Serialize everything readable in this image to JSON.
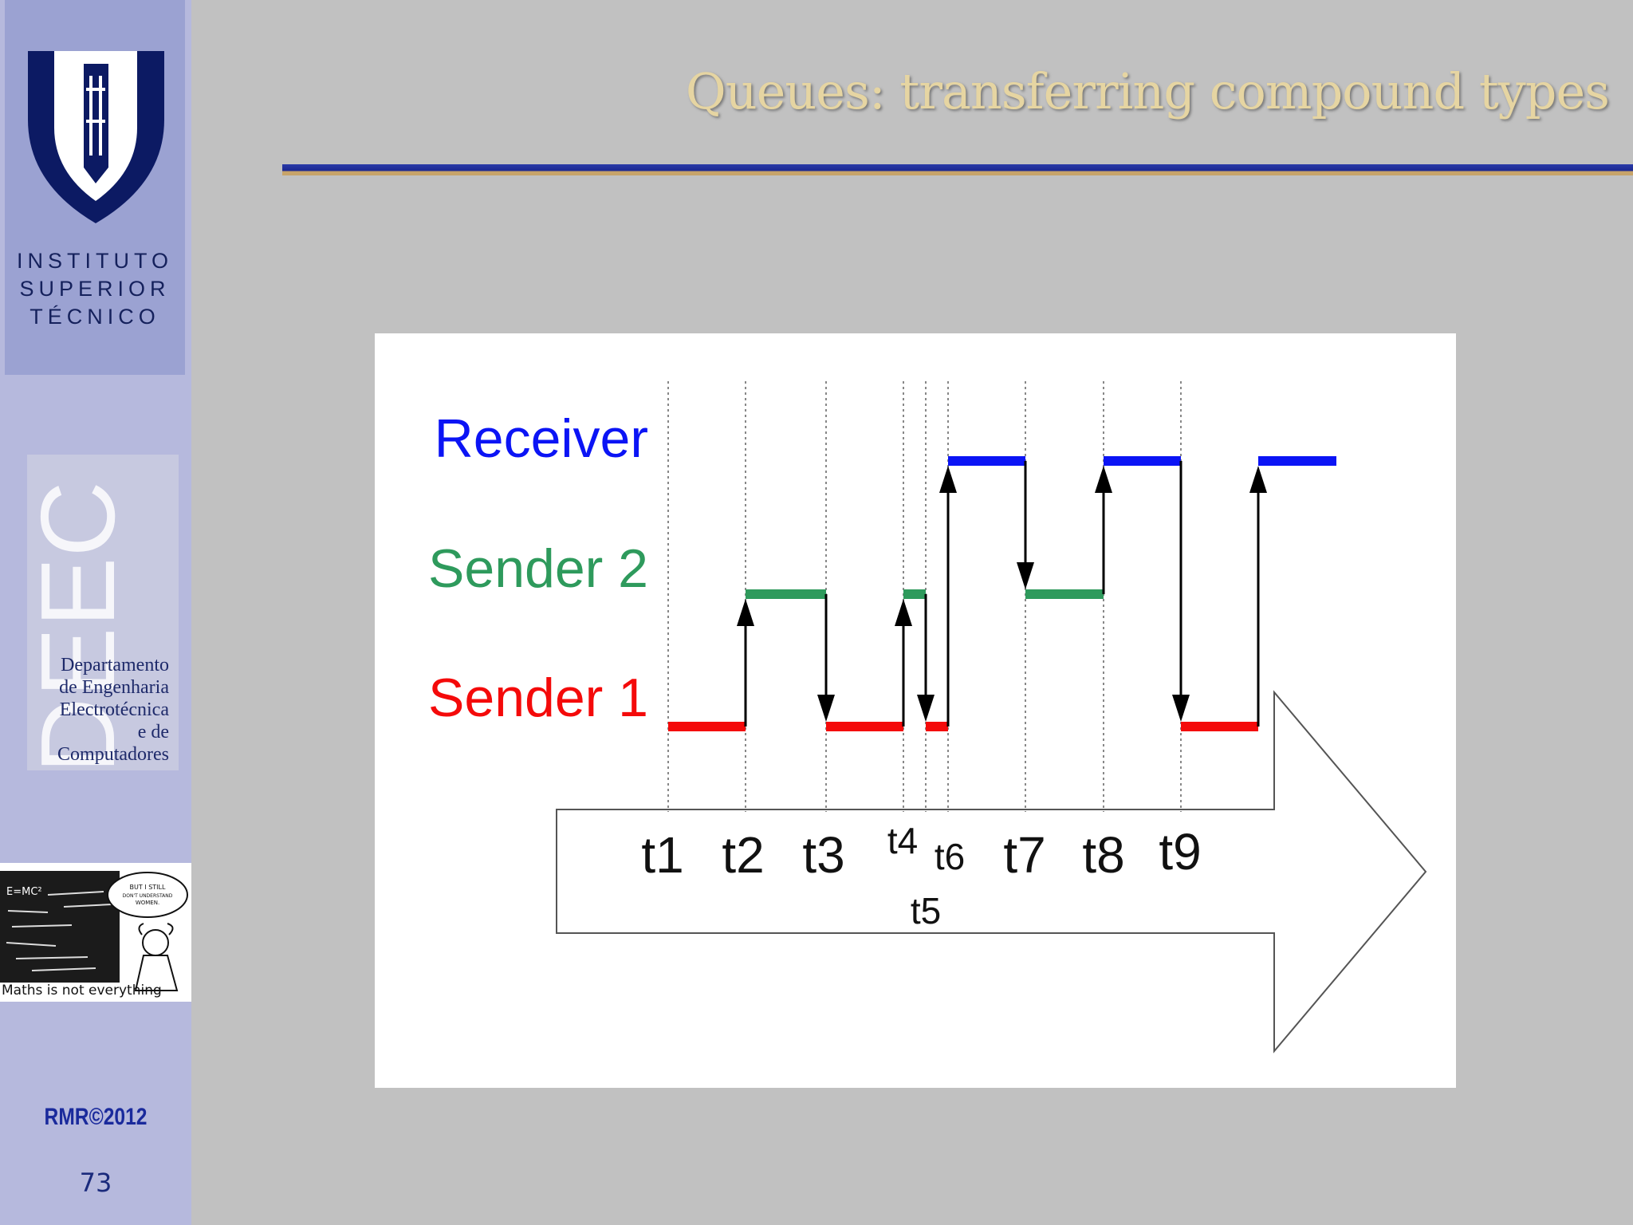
{
  "sidebar": {
    "institution_lines": [
      "INSTITUTO",
      "SUPERIOR",
      "TÉCNICO"
    ],
    "department_acronym": "DEEC",
    "department_lines": [
      "Departamento",
      "de Engenharia",
      "Electrotécnica",
      "e de",
      "Computadores"
    ],
    "cartoon": {
      "caption": "Maths is not everything",
      "speech": [
        "BUT I STILL",
        "DON'T UNDERSTAND",
        "WOMEN."
      ],
      "board": "E=MC²"
    },
    "copyright": "RMR©2012",
    "page_number": "73"
  },
  "slide": {
    "title": "Queues: transferring compound types",
    "title_color": "#e6d5a2",
    "bar_color": "#1a2890"
  },
  "diagram": {
    "rows": [
      {
        "key": "receiver",
        "label": "Receiver",
        "color": "#0b14f5"
      },
      {
        "key": "sender2",
        "label": "Sender 2",
        "color": "#2e9a5c"
      },
      {
        "key": "sender1",
        "label": "Sender 1",
        "color": "#f40a0a"
      }
    ],
    "ticks": [
      {
        "key": "t1",
        "label": "t1"
      },
      {
        "key": "t2",
        "label": "t2"
      },
      {
        "key": "t3",
        "label": "t3"
      },
      {
        "key": "t4",
        "label": "t4"
      },
      {
        "key": "t5",
        "label": "t5"
      },
      {
        "key": "t6",
        "label": "t6"
      },
      {
        "key": "t7",
        "label": "t7"
      },
      {
        "key": "t8",
        "label": "t8"
      },
      {
        "key": "t9",
        "label": "t9"
      }
    ],
    "segments": [
      {
        "row": "sender1",
        "from": "t1",
        "to": "t2"
      },
      {
        "row": "sender2",
        "from": "t2",
        "to": "t3"
      },
      {
        "row": "sender1",
        "from": "t3",
        "to": "t4"
      },
      {
        "row": "sender2",
        "from": "t4",
        "to": "t5"
      },
      {
        "row": "sender1",
        "from": "t5",
        "to": "t6"
      },
      {
        "row": "receiver",
        "from": "t6",
        "to": "t7"
      },
      {
        "row": "sender2",
        "from": "t7",
        "to": "t8"
      },
      {
        "row": "receiver",
        "from": "t8",
        "to": "t9"
      },
      {
        "row": "sender1",
        "from": "t9",
        "to": "t10"
      },
      {
        "row": "receiver",
        "from": "t10",
        "to": "end"
      }
    ],
    "transitions": [
      {
        "at": "t2",
        "from": "sender1",
        "to": "sender2"
      },
      {
        "at": "t3",
        "from": "sender2",
        "to": "sender1"
      },
      {
        "at": "t4",
        "from": "sender1",
        "to": "sender2"
      },
      {
        "at": "t5",
        "from": "sender2",
        "to": "sender1"
      },
      {
        "at": "t6",
        "from": "sender1",
        "to": "receiver"
      },
      {
        "at": "t7",
        "from": "receiver",
        "to": "sender2"
      },
      {
        "at": "t8",
        "from": "sender2",
        "to": "receiver"
      },
      {
        "at": "t9",
        "from": "receiver",
        "to": "sender1"
      },
      {
        "at": "t10",
        "from": "sender1",
        "to": "receiver"
      }
    ]
  }
}
